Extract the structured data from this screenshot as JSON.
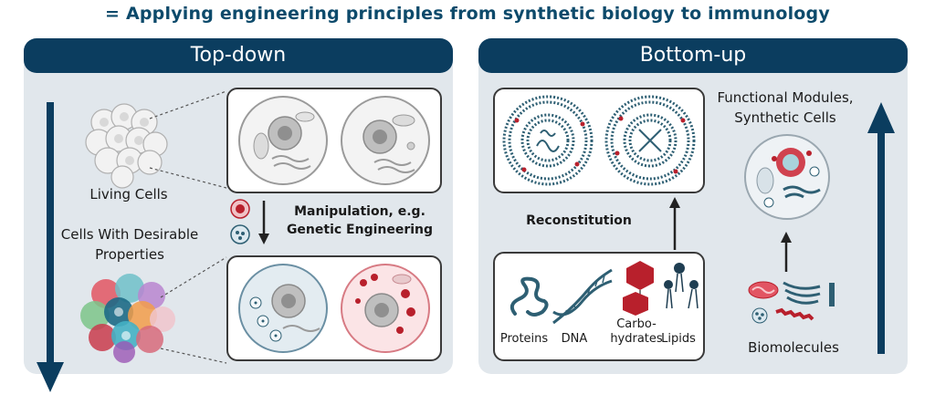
{
  "title": "= Applying engineering principles from synthetic biology to immunology",
  "left_panel": {
    "header": "Top-down",
    "living_cells": "Living Cells",
    "desirable_line1": "Cells With Desirable",
    "desirable_line2": "Properties",
    "manip_line1": "Manipulation, e.g.",
    "manip_line2": "Genetic Engineering"
  },
  "right_panel": {
    "header": "Bottom-up",
    "reconstitution": "Reconstitution",
    "functional_line1": "Functional Modules,",
    "functional_line2": "Synthetic Cells",
    "biomolecules": "Biomolecules",
    "proteins": "Proteins",
    "dna": "DNA",
    "carbo_line1": "Carbo-",
    "carbo_line2": "hydrates",
    "lipids": "Lipids"
  },
  "colors": {
    "navy": "#0b3d5f",
    "panel_bg": "#e1e7ec",
    "teal": "#2e5f73",
    "red": "#b8202c"
  }
}
